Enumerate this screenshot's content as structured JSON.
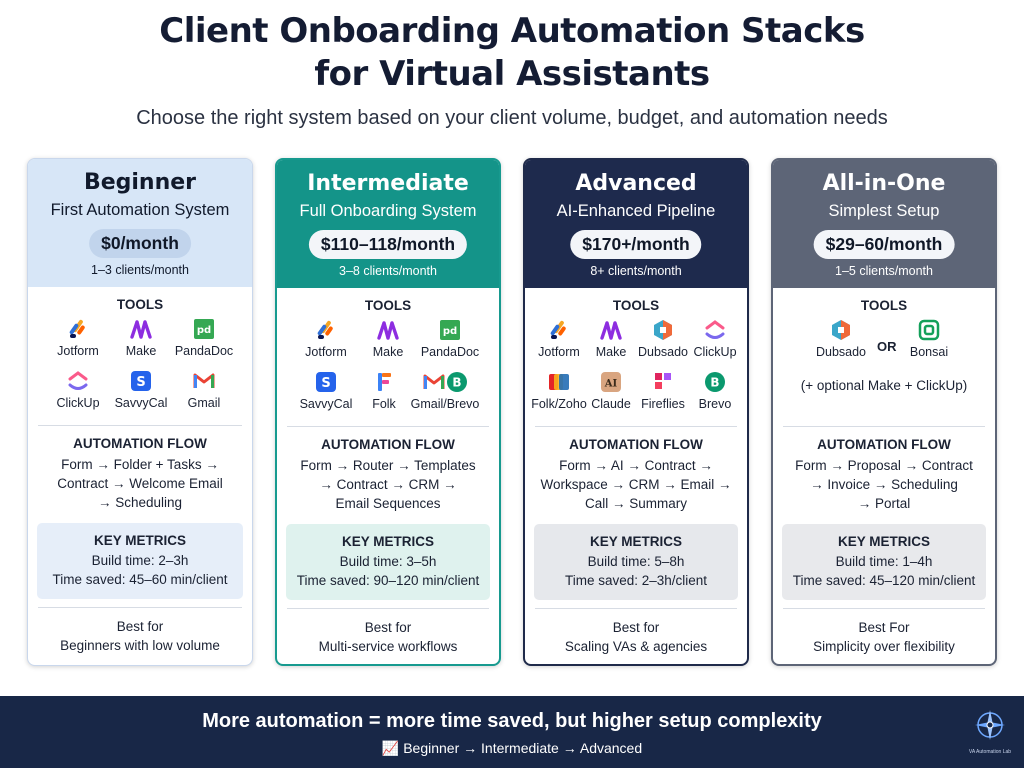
{
  "title_line1": "Client Onboarding Automation Stacks",
  "title_line2": "for Virtual Assistants",
  "subtitle": "Choose the right system based on your client volume, budget, and automation needs",
  "labels": {
    "tools": "TOOLS",
    "flow": "AUTOMATION FLOW",
    "metrics": "KEY METRICS"
  },
  "cards": [
    {
      "tier": "Beginner",
      "subtitle": "First Automation System",
      "price": "$0/month",
      "volume": "1–3 clients/month",
      "tools": [
        "Jotform",
        "Make",
        "PandaDoc",
        "ClickUp",
        "SavvyCal",
        "Gmail"
      ],
      "flow": [
        "Form → Folder + Tasks →",
        "Contract → Welcome Email",
        "→ Scheduling"
      ],
      "build": "Build time: 2–3h",
      "saved": "Time saved: 45–60 min/client",
      "best_label": "Best for",
      "best": "Beginners with low volume"
    },
    {
      "tier": "Intermediate",
      "subtitle": "Full Onboarding System",
      "price": "$110–118/month",
      "volume": "3–8 clients/month",
      "tools": [
        "Jotform",
        "Make",
        "PandaDoc",
        "SavvyCal",
        "Folk",
        "Gmail/Brevo"
      ],
      "flow": [
        "Form → Router → Templates",
        "→ Contract → CRM →",
        "Email Sequences"
      ],
      "build": "Build time: 3–5h",
      "saved": "Time saved: 90–120 min/client",
      "best_label": "Best for",
      "best": "Multi-service workflows"
    },
    {
      "tier": "Advanced",
      "subtitle": "AI-Enhanced Pipeline",
      "price": "$170+/month",
      "volume": "8+ clients/month",
      "tools": [
        "Jotform",
        "Make",
        "Dubsado",
        "ClickUp",
        "Folk/Zoho",
        "Claude",
        "Fireflies",
        "Brevo"
      ],
      "flow": [
        "Form → AI → Contract →",
        "Workspace → CRM → Email →",
        "Call → Summary"
      ],
      "build": "Build time: 5–8h",
      "saved": "Time saved: 2–3h/client",
      "best_label": "Best for",
      "best": "Scaling VAs & agencies"
    },
    {
      "tier": "All-in-One",
      "subtitle": "Simplest Setup",
      "price": "$29–60/month",
      "volume": "1–5 clients/month",
      "tools": [
        "Dubsado",
        "Bonsai"
      ],
      "or": "OR",
      "note": "(+ optional Make + ClickUp)",
      "flow": [
        "Form → Proposal → Contract",
        "→ Invoice → Scheduling",
        "→ Portal"
      ],
      "build": "Build time: 1–4h",
      "saved": "Time saved: 45–120 min/client",
      "best_label": "Best For",
      "best": "Simplicity over flexibility"
    }
  ],
  "footer": {
    "title": "More automation = more time saved, but higher setup complexity",
    "icon": "📈",
    "sub": "Beginner → Intermediate → Advanced",
    "logo_text": "VA Automation Lab"
  },
  "colors": {
    "navy": "#182747",
    "teal": "#149489",
    "slate": "#5d6577",
    "light_blue": "#d7e6f7"
  },
  "icons": [
    "jotform-icon",
    "make-icon",
    "pandadoc-icon",
    "clickup-icon",
    "savvycal-icon",
    "gmail-icon",
    "folk-icon",
    "brevo-icon",
    "dubsado-icon",
    "zoho-icon",
    "claude-icon",
    "fireflies-icon",
    "bonsai-icon",
    "chart-icon"
  ]
}
